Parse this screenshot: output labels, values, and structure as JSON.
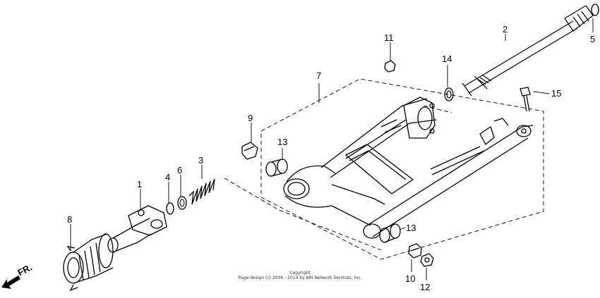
{
  "labels": {
    "p1": "1",
    "p2": "2",
    "p3": "3",
    "p4": "4",
    "p5": "5",
    "p6": "6",
    "p7": "7",
    "p8": "8",
    "p9": "9",
    "p10": "10",
    "p11": "11",
    "p12": "12",
    "p13a": "13",
    "p13b": "13",
    "p14": "14",
    "p15": "15"
  },
  "direction": "FR.",
  "copyright": {
    "line1": "Copyright",
    "line2": "Page design (c) 2004 - 2014 by ARI Network Services, Inc."
  }
}
